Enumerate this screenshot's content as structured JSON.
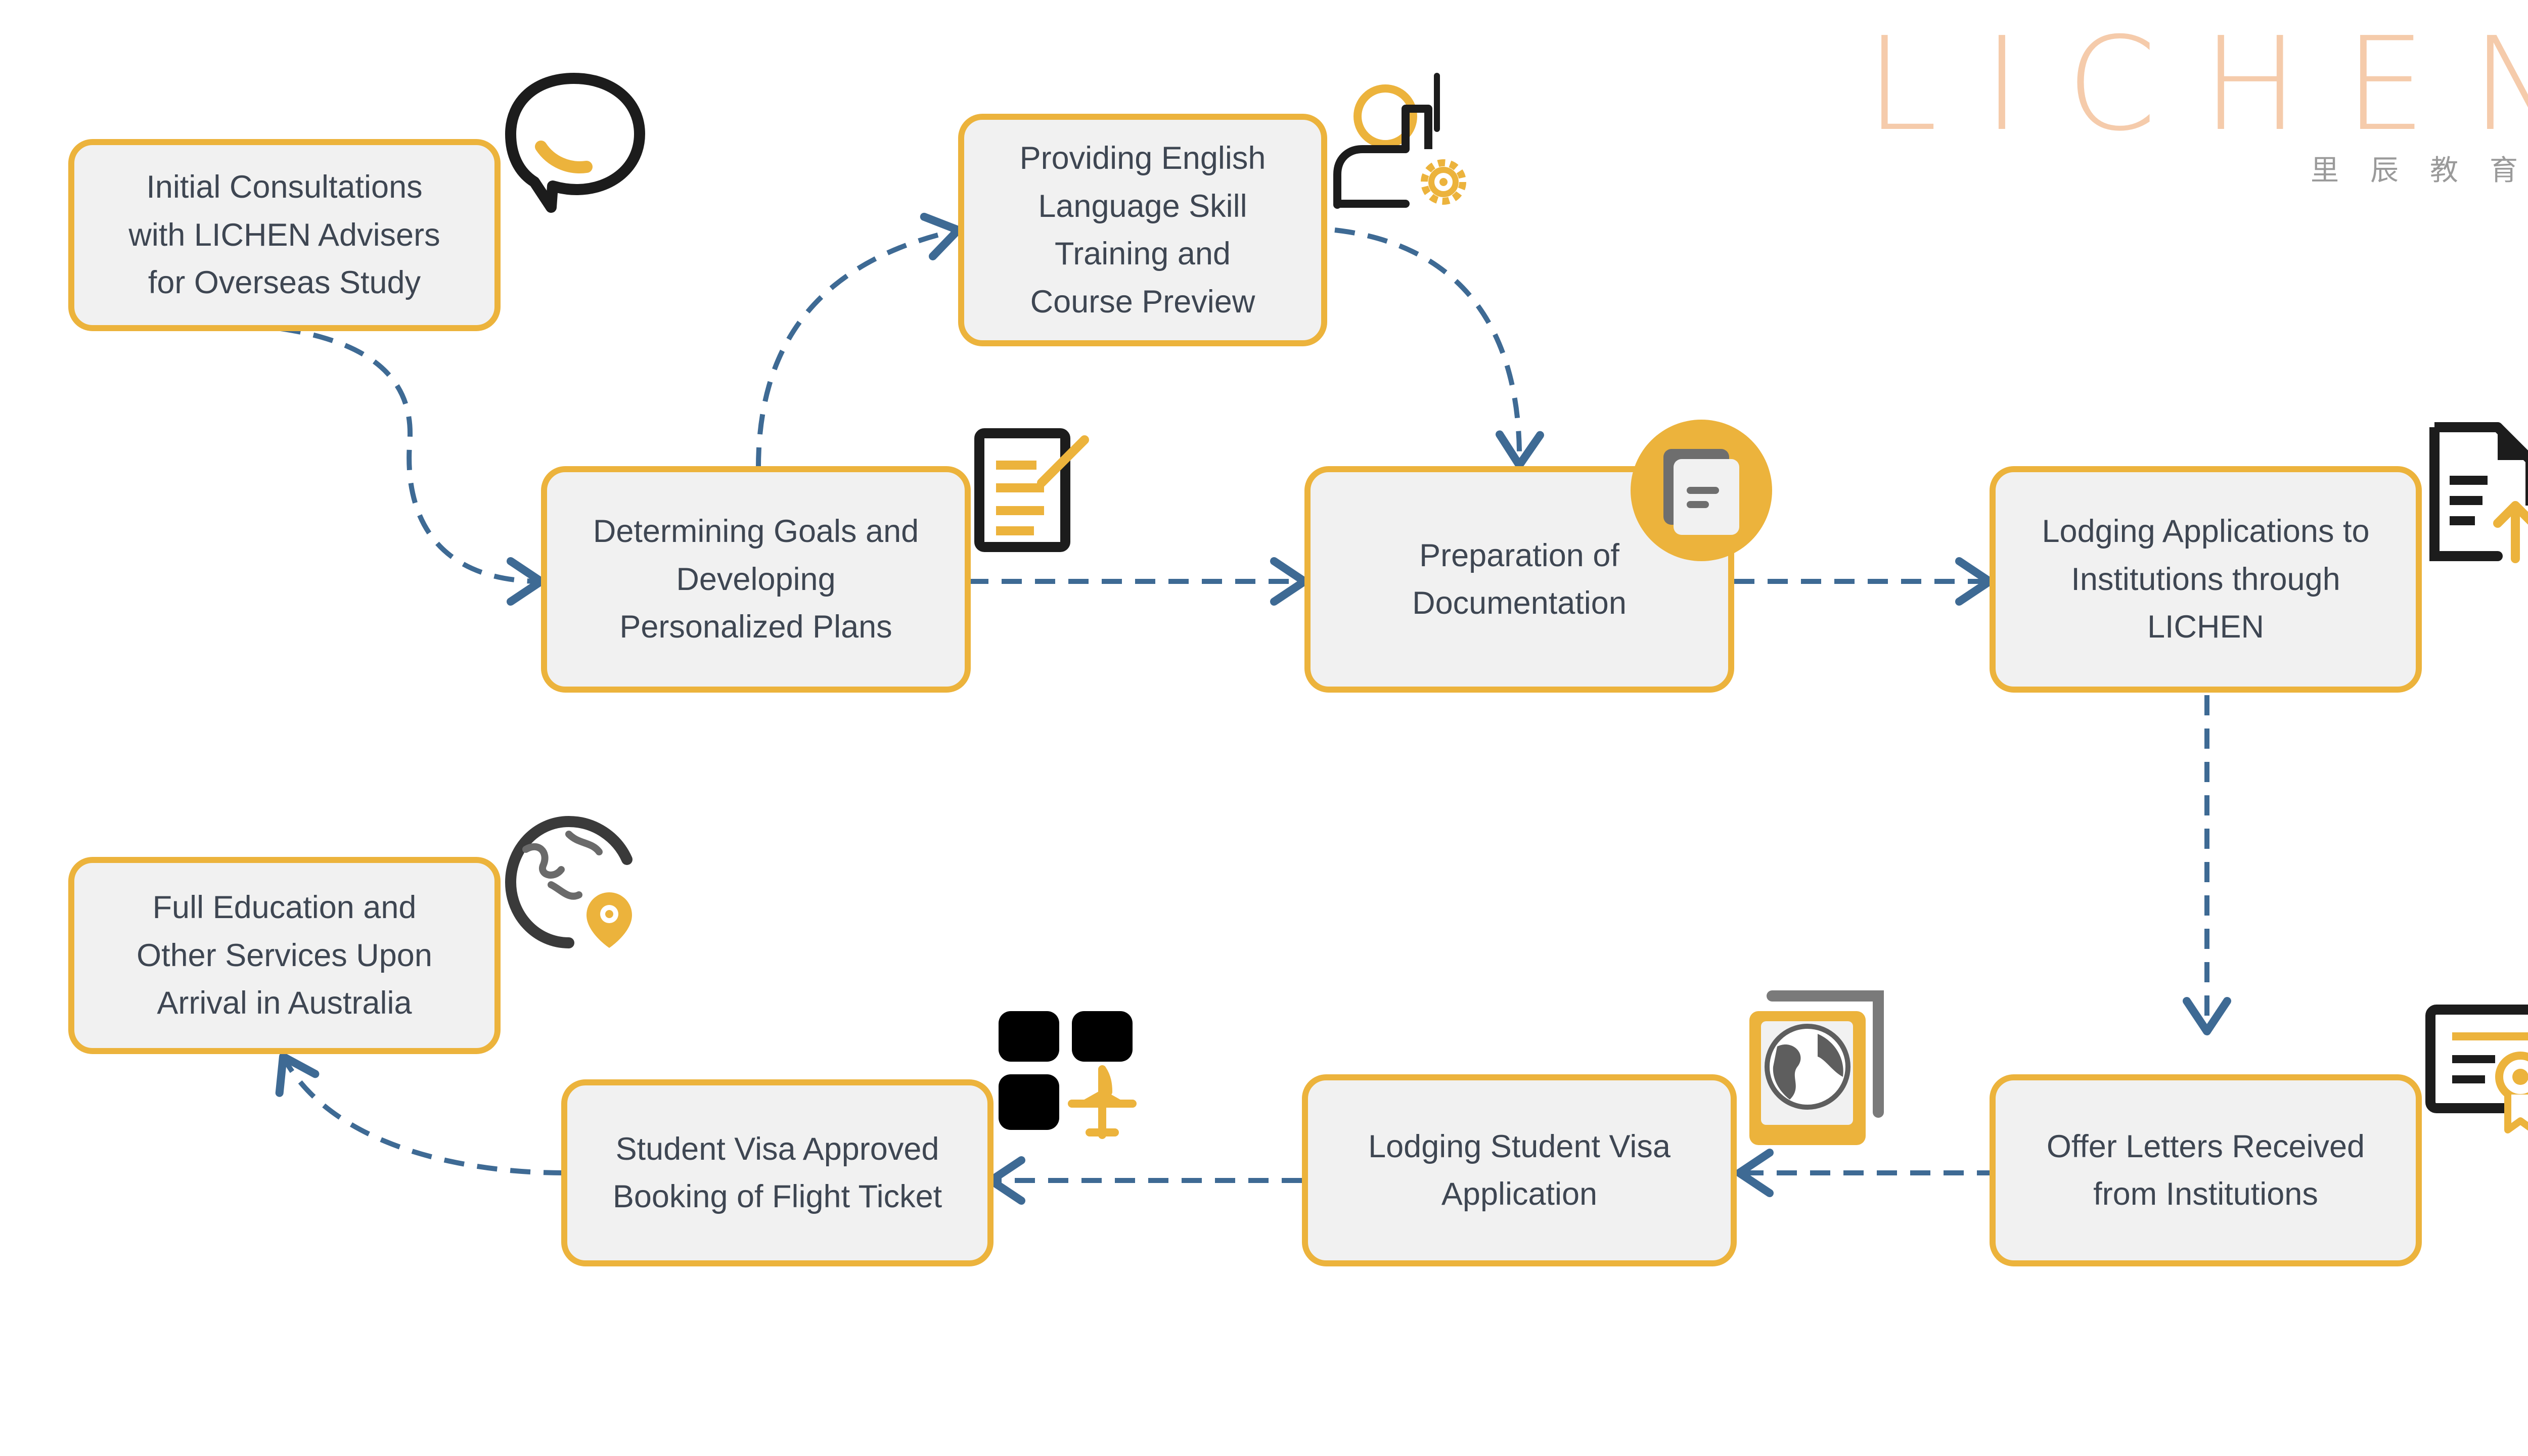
{
  "brand": {
    "name": "LICHEN",
    "subtitle": "里辰教育",
    "color": "#F5CBAB",
    "subtitle_color": "#9A9A9A"
  },
  "colors": {
    "node_border": "#ECB33C",
    "node_fill": "#F1F1F1",
    "node_text": "#3E4652",
    "arrow": "#3E6A94",
    "icon_dark": "#1C1C1C",
    "icon_accent": "#ECB33C"
  },
  "nodes": {
    "consultation": "Initial Consultations\nwith LICHEN Advisers\nfor Overseas Study",
    "english": "Providing English\nLanguage Skill\nTraining and\nCourse Preview",
    "goals": "Determining Goals and\nDeveloping\nPersonalized Plans",
    "documentation": "Preparation of\nDocumentation",
    "lodging_applications": "Lodging Applications to\nInstitutions through\nLICHEN",
    "offer_letters": "Offer Letters Received\nfrom Institutions",
    "visa_application": "Lodging Student Visa\nApplication",
    "visa_approved": "Student Visa Approved\nBooking of Flight Ticket",
    "arrival": "Full Education and\nOther Services Upon\nArrival in Australia"
  },
  "icons": {
    "consultation": "speech-bubble-icon",
    "english": "trainer-person-gear-icon",
    "goals": "document-edit-icon",
    "documentation": "document-badge-icon",
    "lodging_applications": "document-upload-icon",
    "offer_letters": "certificate-icon",
    "visa_application": "passport-icon",
    "visa_approved": "apps-airplane-icon",
    "arrival": "globe-location-icon"
  }
}
